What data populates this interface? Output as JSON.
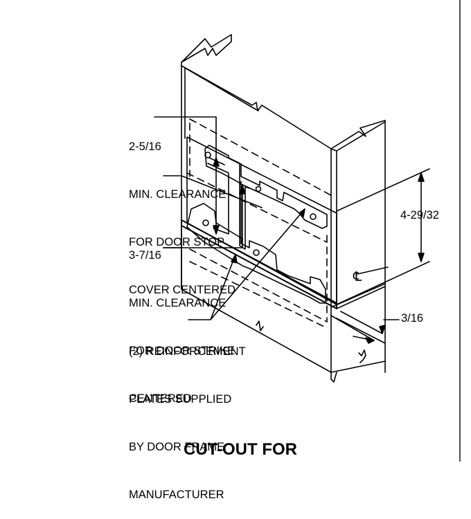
{
  "labels": {
    "stop_clearance": [
      "2-5/16",
      "MIN. CLEARANCE",
      "FOR DOOR STOP",
      "COVER CENTERED"
    ],
    "strike_clearance": [
      "3-7/16",
      "MIN. CLEARANCE",
      "FOR DOOR STRIKE",
      "CENTERED"
    ],
    "reinforcement": [
      "(2) REINFORCEMENT",
      "PLATES SUPPLIED",
      "BY DOOR FRAME",
      "MANUFACTURER"
    ]
  },
  "dimensions": {
    "height": "4-29/32",
    "thickness": "3/16",
    "centerline": "℄"
  },
  "title": "CUT-OUT FOR"
}
